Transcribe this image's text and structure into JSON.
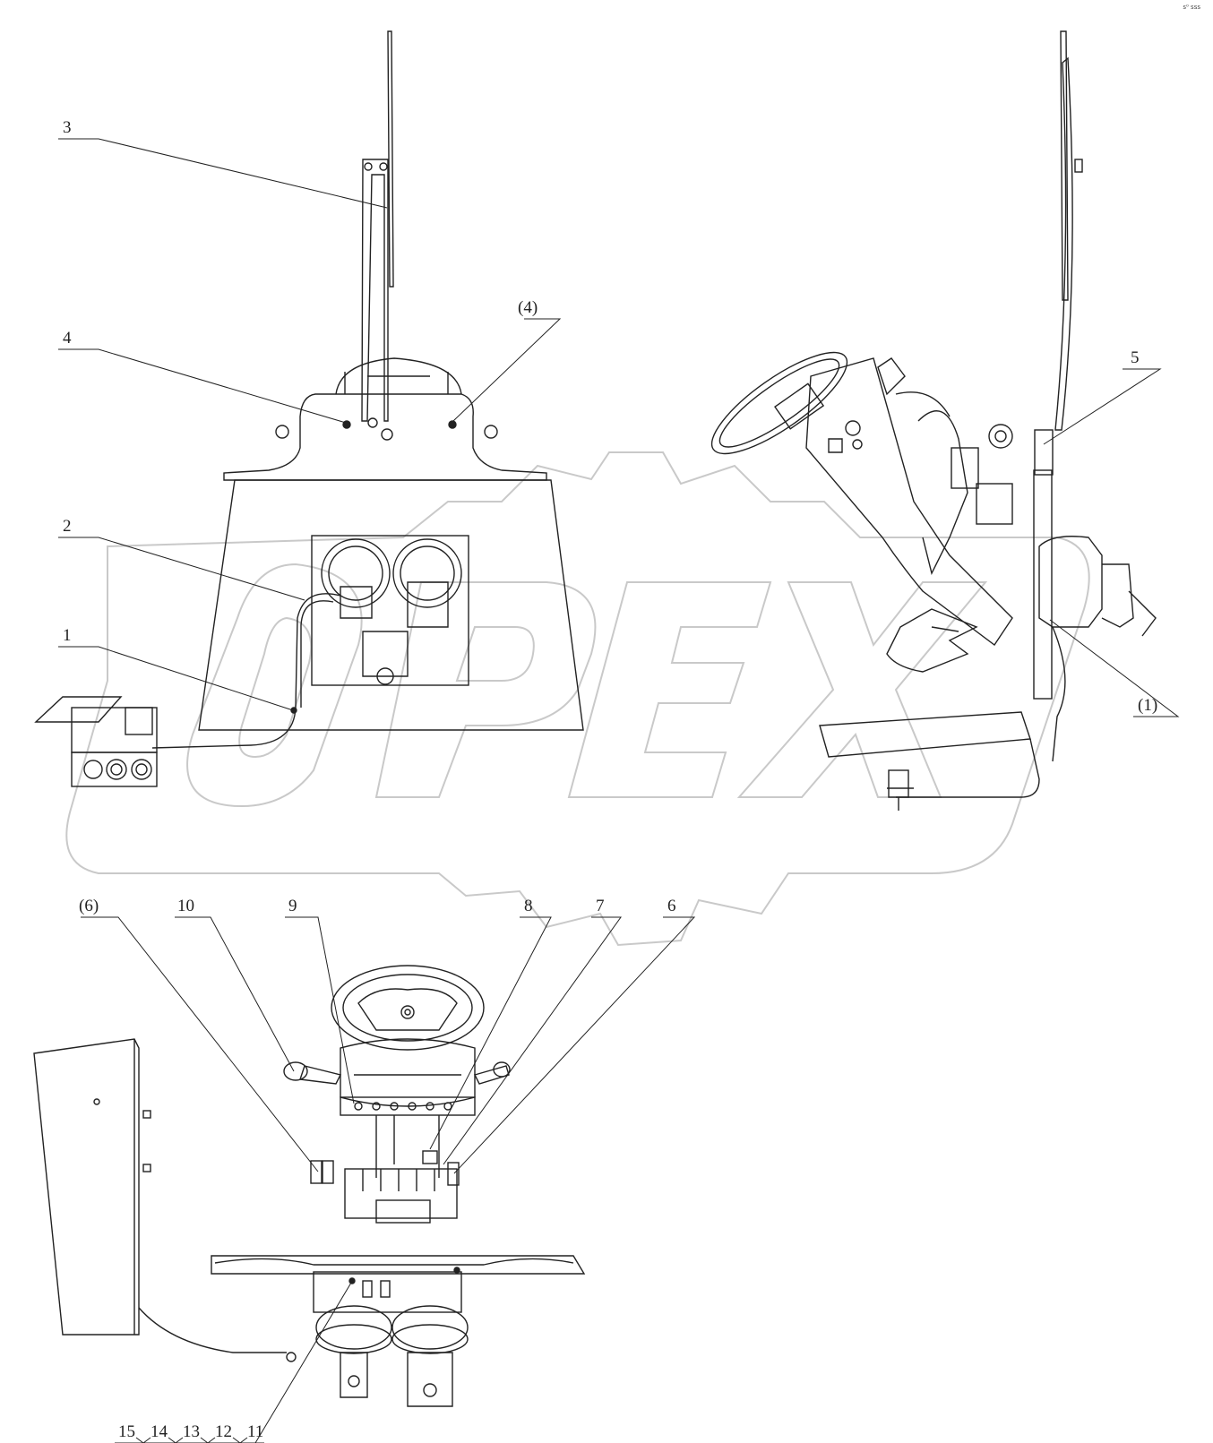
{
  "watermark": {
    "text": "OPEX"
  },
  "corner_mark": "s⁰ sss",
  "callouts": {
    "c3": "3",
    "c4": "4",
    "c4p": "(4)",
    "c2": "2",
    "c1": "1",
    "c5": "5",
    "c1p": "(1)",
    "c6p": "(6)",
    "c10": "10",
    "c9": "9",
    "c8": "8",
    "c7": "7",
    "c6": "6",
    "c15": "15",
    "c14": "14",
    "c13": "13",
    "c12": "12",
    "c11": "11"
  }
}
